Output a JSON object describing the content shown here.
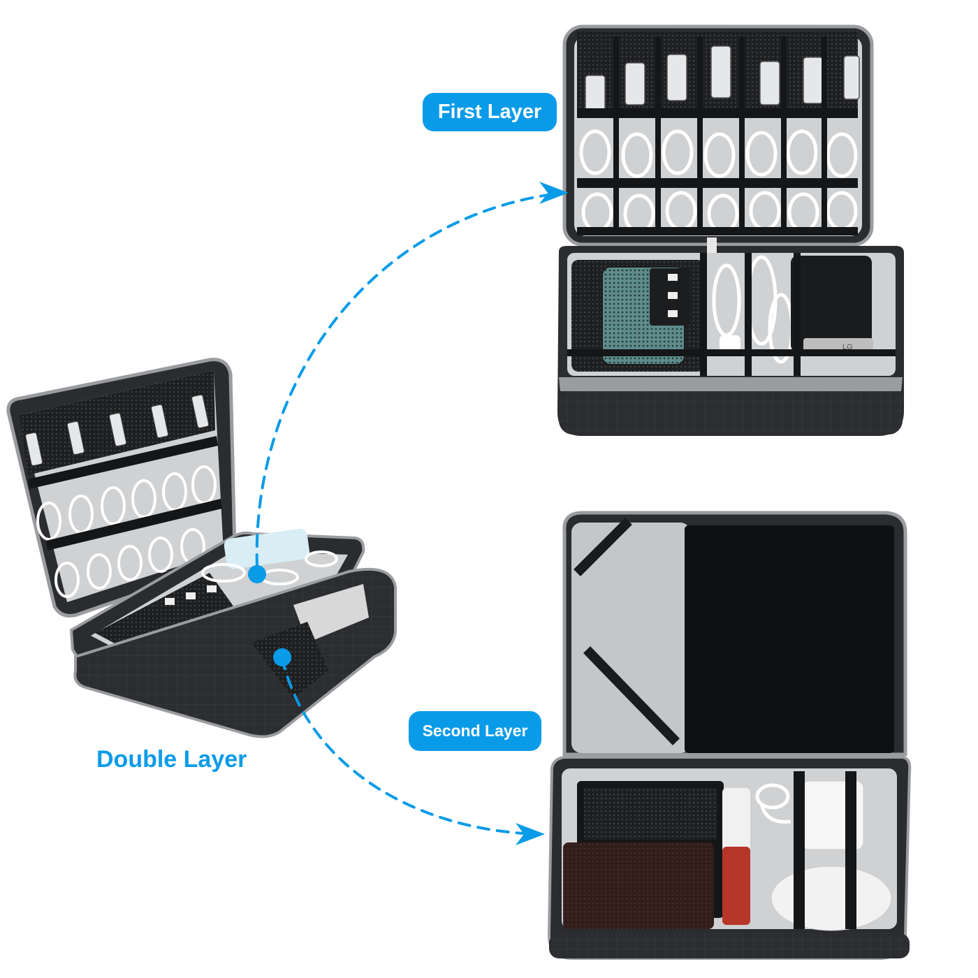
{
  "labels": {
    "first_layer": "First Layer",
    "second_layer": "Second Layer",
    "double_layer": "Double Layer"
  },
  "brand_marks": {
    "phone_logo": "LG"
  },
  "colors": {
    "accent": "#0a9be8",
    "case_body": "#2a2c2f",
    "lining": "#cfd1d3",
    "trim": "#9a9c9f",
    "strap": "#151617",
    "cable": "#ffffff"
  }
}
